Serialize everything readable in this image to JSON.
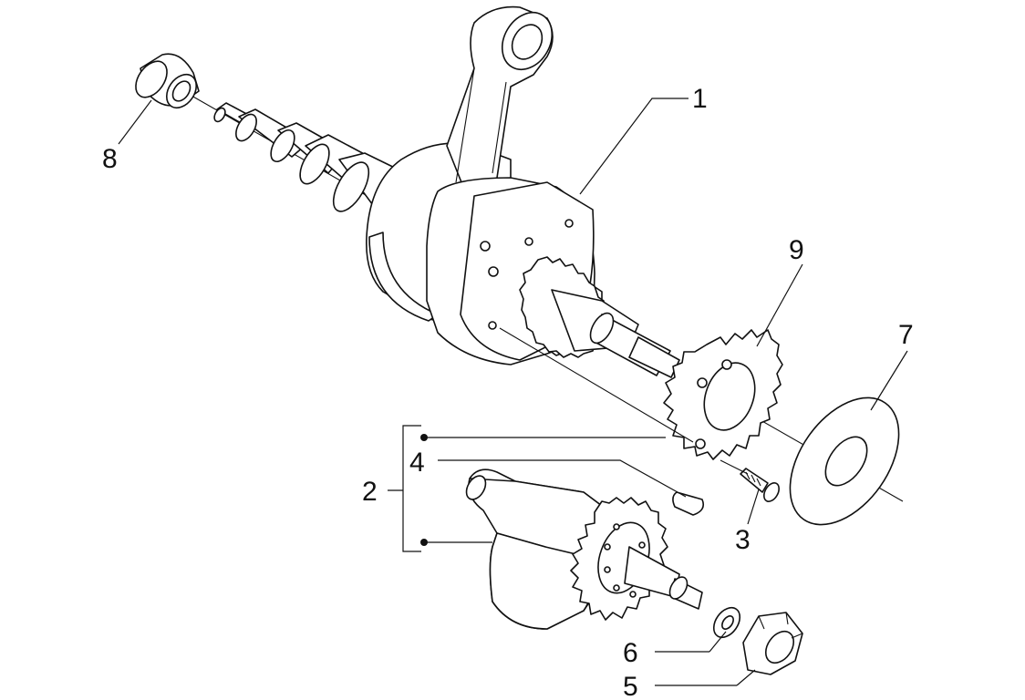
{
  "diagram": {
    "callouts": [
      {
        "id": "1",
        "label": "1"
      },
      {
        "id": "2",
        "label": "2"
      },
      {
        "id": "3",
        "label": "3"
      },
      {
        "id": "4",
        "label": "4"
      },
      {
        "id": "5",
        "label": "5"
      },
      {
        "id": "6",
        "label": "6"
      },
      {
        "id": "7",
        "label": "7"
      },
      {
        "id": "8",
        "label": "8"
      },
      {
        "id": "9",
        "label": "9"
      }
    ],
    "line_color": "#111111",
    "background": "#ffffff"
  }
}
